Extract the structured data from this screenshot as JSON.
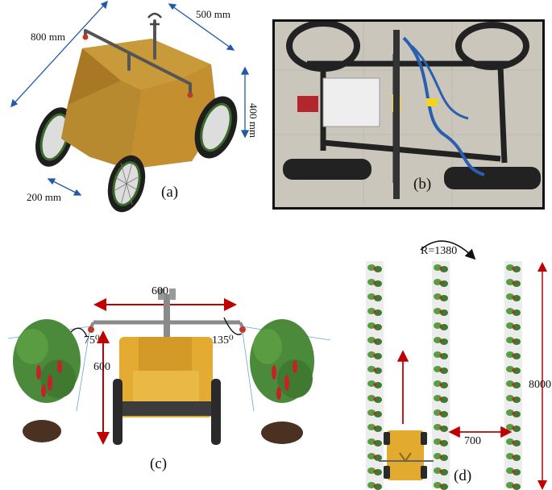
{
  "panels": {
    "a": {
      "label": "(a)",
      "dims": {
        "length": "800 mm",
        "width": "500 mm",
        "height": "400 mm",
        "wheel": "200 mm"
      }
    },
    "b": {
      "label": "(b)"
    },
    "c": {
      "label": "(c)",
      "dims": {
        "span": "600",
        "height": "600",
        "angle_left": "75⁰",
        "angle_right": "135⁰"
      }
    },
    "d": {
      "label": "(d)",
      "dims": {
        "turn_radius": "R=1380",
        "row_length": "8000",
        "row_spacing": "700"
      }
    }
  },
  "colors": {
    "robot_body": "#b8862e",
    "robot_body_front": "#e2aa2e",
    "dimension_arrow": "#c00000",
    "blue_arrow": "#1f5aa6",
    "plant_leaf": "#4b8a3a",
    "pepper": "#c8202a"
  }
}
